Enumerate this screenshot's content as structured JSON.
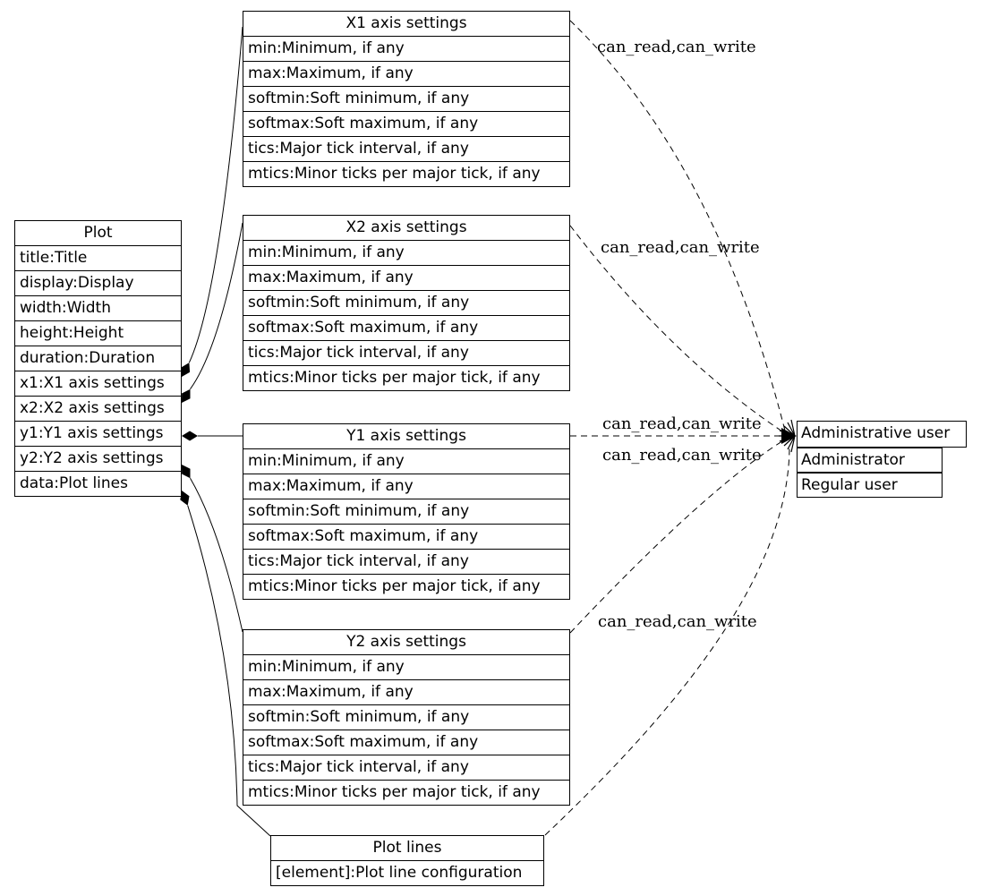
{
  "colors": {
    "stroke": "#000000",
    "background": "#ffffff",
    "text": "#000000"
  },
  "nodes": {
    "plot": {
      "title": "Plot",
      "rows": [
        "title:Title",
        "display:Display",
        "width:Width",
        "height:Height",
        "duration:Duration",
        "x1:X1 axis settings",
        "x2:X2 axis settings",
        "y1:Y1 axis settings",
        "y2:Y2 axis settings",
        "data:Plot lines"
      ]
    },
    "x1_axis": {
      "title": "X1 axis settings",
      "rows": [
        "min:Minimum, if any",
        "max:Maximum, if any",
        "softmin:Soft minimum, if any",
        "softmax:Soft maximum, if any",
        "tics:Major tick interval, if any",
        "mtics:Minor ticks per major tick, if any"
      ]
    },
    "x2_axis": {
      "title": "X2 axis settings",
      "rows": [
        "min:Minimum, if any",
        "max:Maximum, if any",
        "softmin:Soft minimum, if any",
        "softmax:Soft maximum, if any",
        "tics:Major tick interval, if any",
        "mtics:Minor ticks per major tick, if any"
      ]
    },
    "y1_axis": {
      "title": "Y1 axis settings",
      "rows": [
        "min:Minimum, if any",
        "max:Maximum, if any",
        "softmin:Soft minimum, if any",
        "softmax:Soft maximum, if any",
        "tics:Major tick interval, if any",
        "mtics:Minor ticks per major tick, if any"
      ]
    },
    "y2_axis": {
      "title": "Y2 axis settings",
      "rows": [
        "min:Minimum, if any",
        "max:Maximum, if any",
        "softmin:Soft minimum, if any",
        "softmax:Soft maximum, if any",
        "tics:Major tick interval, if any",
        "mtics:Minor ticks per major tick, if any"
      ]
    },
    "plot_lines": {
      "title": "Plot lines",
      "rows": [
        "[element]:Plot line configuration"
      ]
    },
    "admin_user": {
      "title": "Administrative user"
    },
    "administrator": {
      "title": "Administrator"
    },
    "regular_user": {
      "title": "Regular user"
    }
  },
  "edges": {
    "composition": [
      {
        "from": "Plot.x1",
        "to": "X1 axis settings"
      },
      {
        "from": "Plot.x2",
        "to": "X2 axis settings"
      },
      {
        "from": "Plot.y1",
        "to": "Y1 axis settings"
      },
      {
        "from": "Plot.y2",
        "to": "Y2 axis settings"
      },
      {
        "from": "Plot.data",
        "to": "Plot lines"
      }
    ],
    "permission": [
      {
        "from": "X1 axis settings",
        "to": "Administrative user",
        "label": "can_read,can_write"
      },
      {
        "from": "X2 axis settings",
        "to": "Administrative user",
        "label": "can_read,can_write"
      },
      {
        "from": "Y1 axis settings",
        "to": "Administrative user",
        "label": "can_read,can_write"
      },
      {
        "from": "Y2 axis settings",
        "to": "Administrative user",
        "label": "can_read,can_write"
      },
      {
        "from": "Plot lines",
        "to": "Administrative user",
        "label": "can_read,can_write"
      }
    ]
  }
}
